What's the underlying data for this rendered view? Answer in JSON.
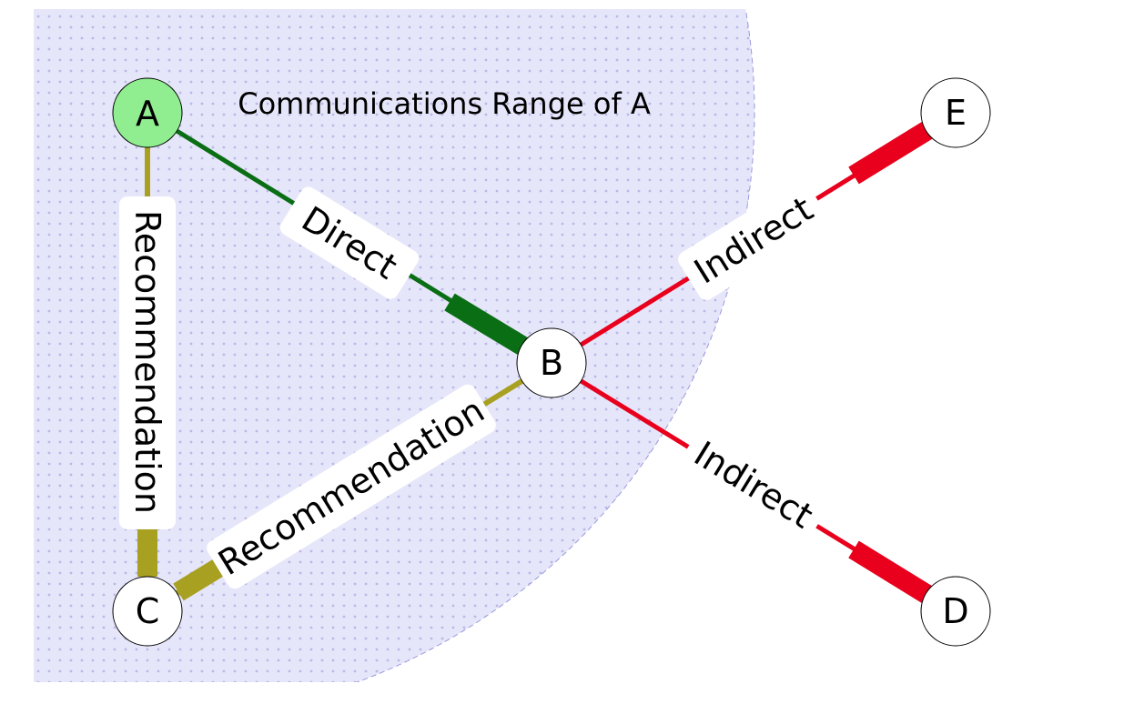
{
  "range": {
    "label": "Communications Range of A",
    "fill_color": "#e6e6fa",
    "dot_color": "#b9b9e6",
    "border_color": "#9999dd"
  },
  "nodes": {
    "A": {
      "label": "A",
      "fill": "#90ee90"
    },
    "B": {
      "label": "B",
      "fill": "#ffffff"
    },
    "C": {
      "label": "C",
      "fill": "#ffffff"
    },
    "D": {
      "label": "D",
      "fill": "#ffffff"
    },
    "E": {
      "label": "E",
      "fill": "#ffffff"
    }
  },
  "edges": {
    "a_b": {
      "label": "Direct",
      "color": "#0a6e14"
    },
    "a_c": {
      "label": "Recommendation",
      "color": "#a8a020"
    },
    "c_b": {
      "label": "Recommendation",
      "color": "#a8a020"
    },
    "b_e": {
      "label": "Indirect",
      "color": "#e8001c"
    },
    "b_d": {
      "label": "Indirect",
      "color": "#e8001c"
    }
  }
}
